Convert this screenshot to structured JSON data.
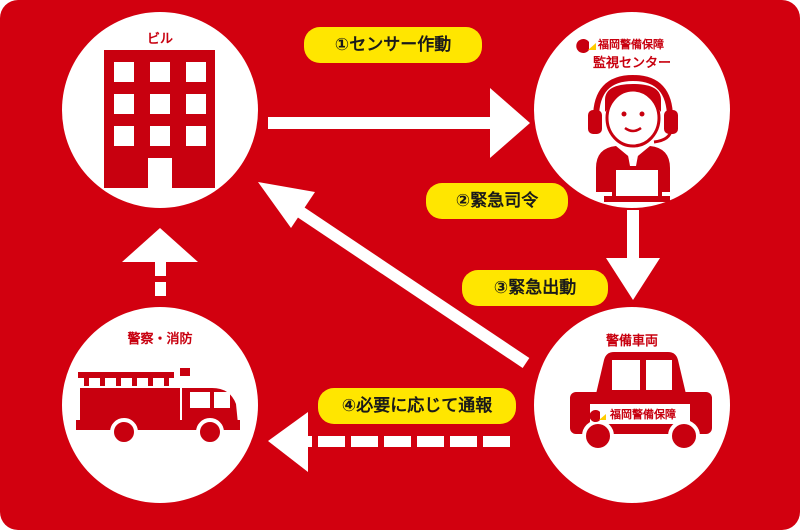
{
  "nodes": {
    "building": {
      "label": "ビル"
    },
    "monitor": {
      "brand": "福岡警備保障",
      "label": "監視センター"
    },
    "vehicle": {
      "label": "警備車両",
      "brand": "福岡警備保障"
    },
    "police_fire": {
      "label": "警察・消防"
    }
  },
  "steps": [
    {
      "text": "①センサー作動"
    },
    {
      "text": "②緊急司令"
    },
    {
      "text": "③緊急出動"
    },
    {
      "text": "④必要に応じて通報"
    }
  ],
  "colors": {
    "background": "#d2000f",
    "circle": "#ffffff",
    "icon": "#c8000f",
    "pill": "#ffe600",
    "arrow": "#ffffff"
  },
  "icons": [
    "building-icon",
    "operator-headset-icon",
    "patrol-car-icon",
    "fire-truck-icon",
    "brand-logo-icon"
  ]
}
